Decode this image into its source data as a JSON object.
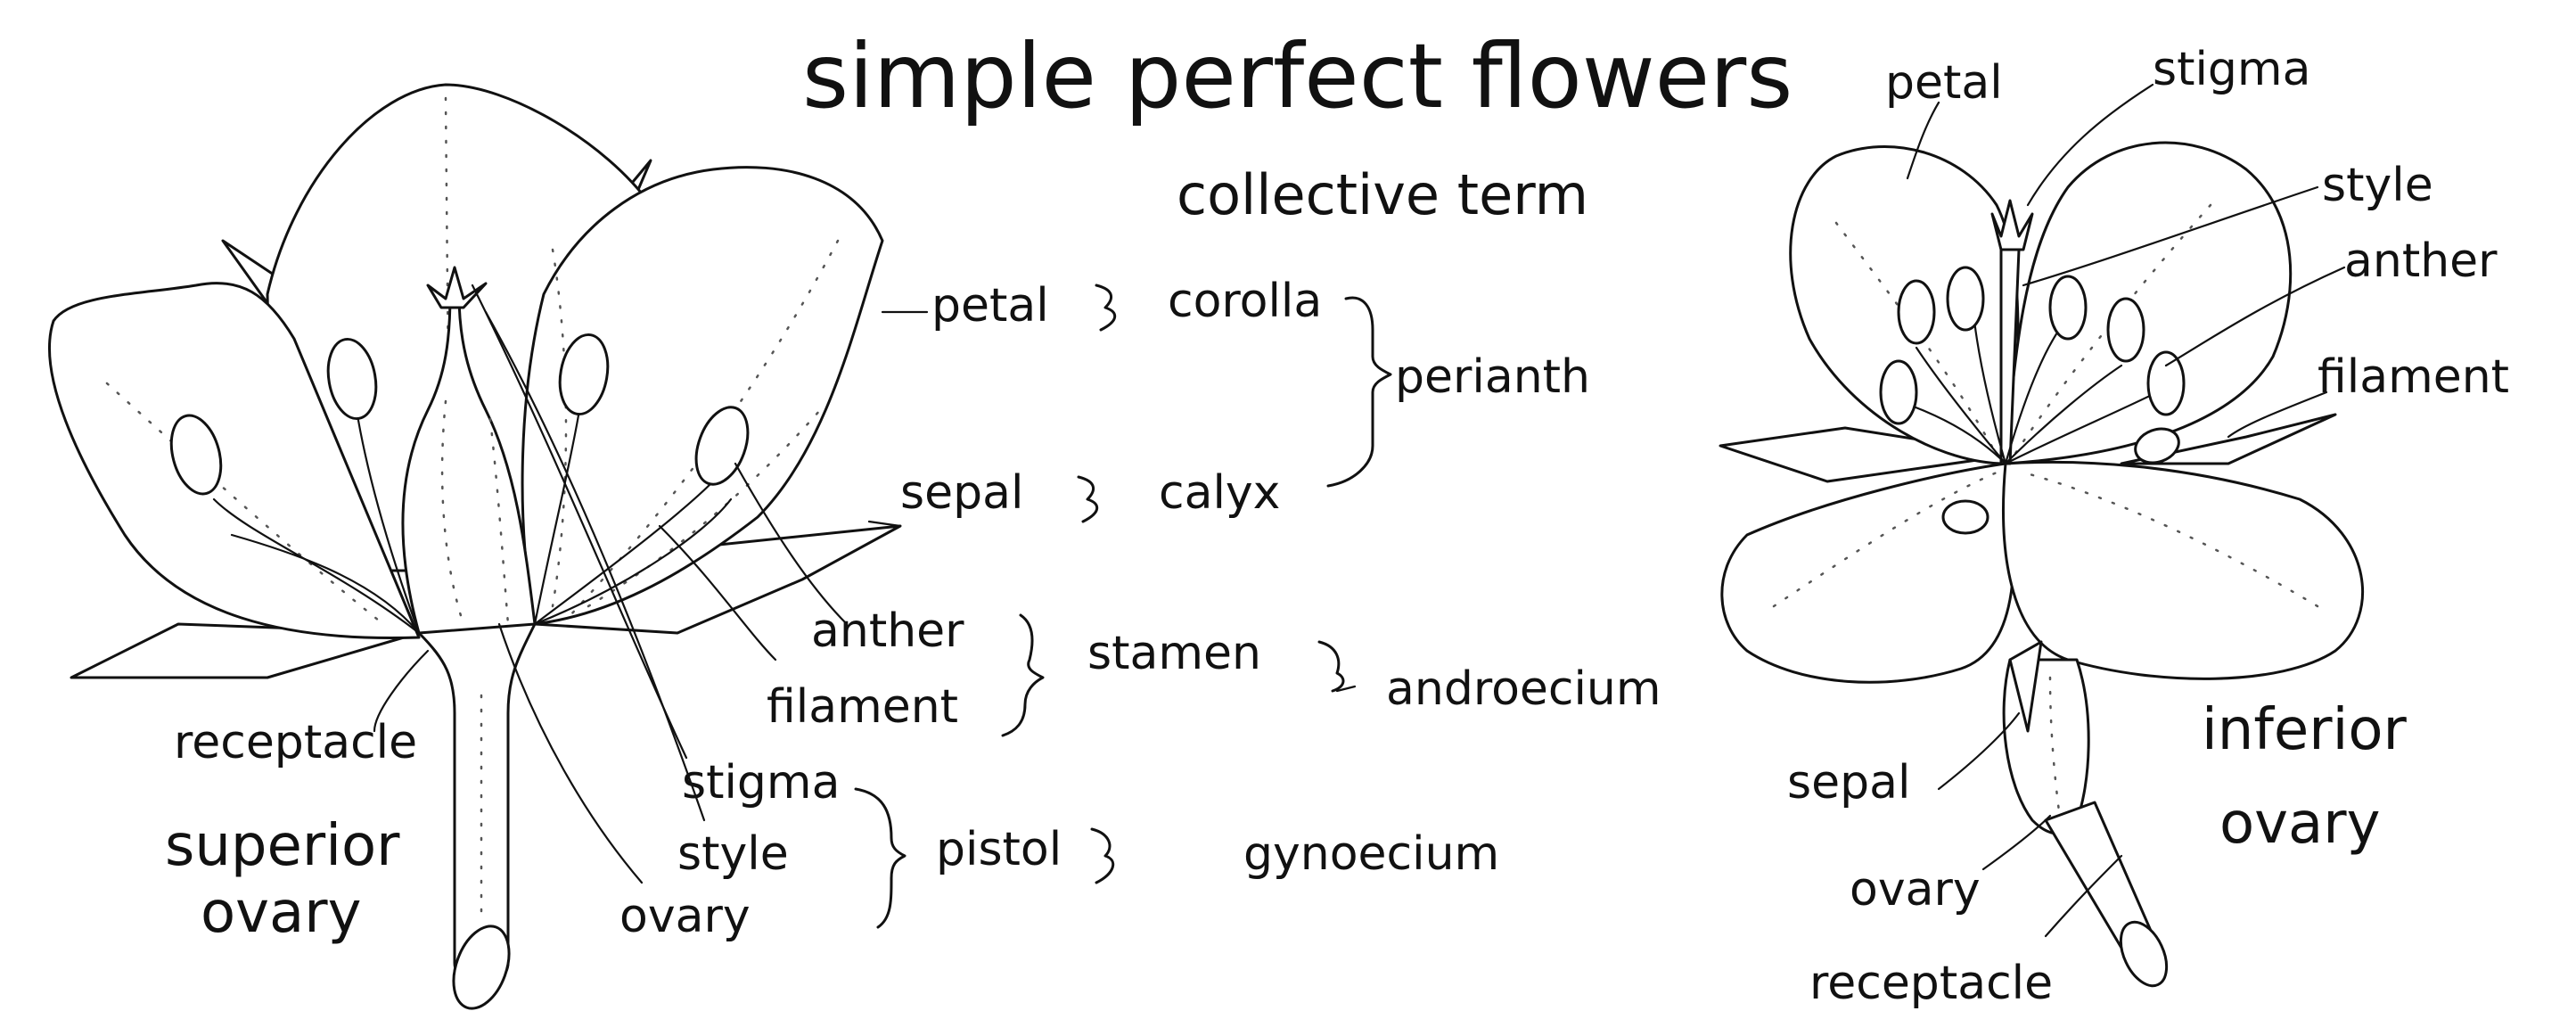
{
  "title": "simple perfect flowers",
  "subtitle": "collective term",
  "left_labels": {
    "petal": "petal",
    "corolla": "corolla",
    "perianth": "perianth",
    "sepal": "sepal",
    "calyx": "calyx",
    "anther": "anther",
    "filament": "filament",
    "stamen": "stamen",
    "androecium": "androecium",
    "receptacle": "receptacle",
    "stigma": "stigma",
    "style": "style",
    "ovary": "ovary",
    "pistol": "pistol",
    "gynoecium": "gynoecium",
    "superior": "superior",
    "superior_ovary": "ovary"
  },
  "right_labels": {
    "petal": "petal",
    "stigma": "stigma",
    "style": "style",
    "anther": "anther",
    "filament": "filament",
    "sepal": "sepal",
    "ovary": "ovary",
    "receptacle": "receptacle",
    "inferior": "inferior",
    "inferior_ovary": "ovary"
  }
}
